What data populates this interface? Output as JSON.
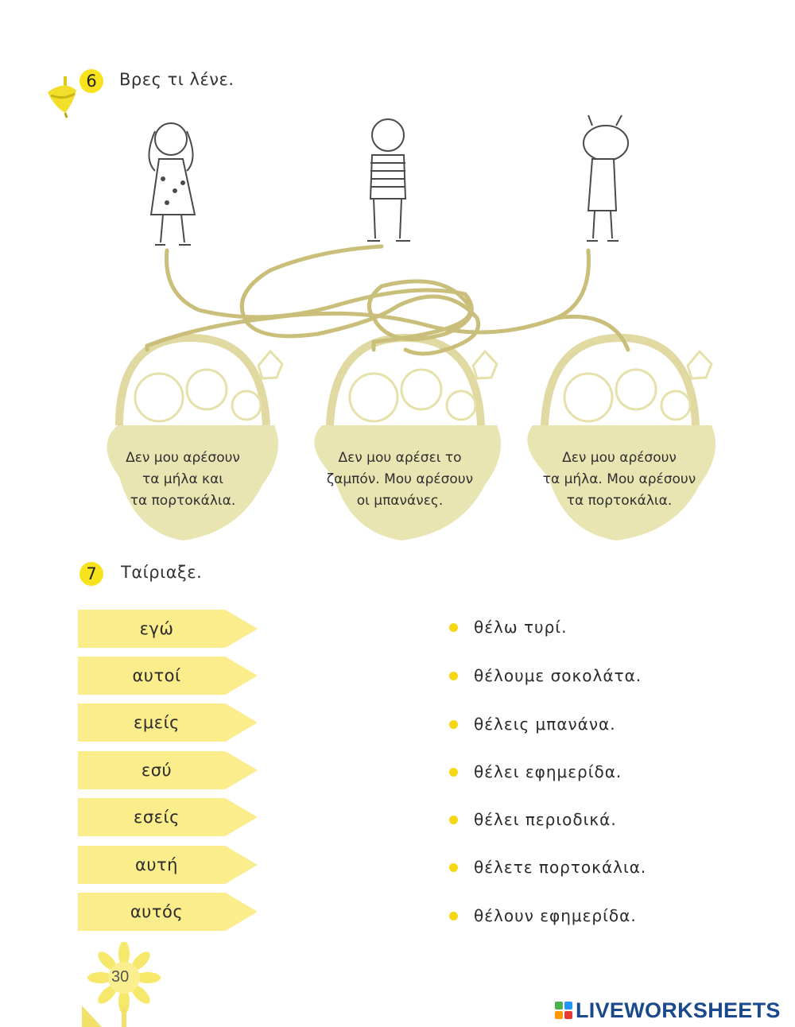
{
  "exercise6": {
    "number": "6",
    "title": "Βρες τι λένε.",
    "baskets": [
      {
        "lines": [
          "Δεν μου αρέσουν",
          "τα μήλα και",
          "τα πορτοκάλια."
        ]
      },
      {
        "lines": [
          "Δεν μου αρέσει το",
          "ζαμπόν. Μου αρέσουν",
          "οι μπανάνες."
        ]
      },
      {
        "lines": [
          "Δεν μου αρέσουν",
          "τα μήλα. Μου αρέσουν",
          "τα πορτοκάλια."
        ]
      }
    ]
  },
  "exercise7": {
    "number": "7",
    "title": "Ταίριαξε.",
    "pronouns": [
      "εγώ",
      "αυτοί",
      "εμείς",
      "εσύ",
      "εσείς",
      "αυτή",
      "αυτός"
    ],
    "sentences": [
      "θέλω τυρί.",
      "θέλουμε σοκολάτα.",
      "θέλεις μπανάνα.",
      "θέλει εφημερίδα.",
      "θέλει περιοδικά.",
      "θέλετε πορτοκάλια.",
      "θέλουν εφημερίδα."
    ]
  },
  "page_number": "30",
  "brand": {
    "name": "LIVEWORKSHEETS"
  },
  "colors": {
    "accent_yellow": "#f7e21b",
    "arrow_yellow": "#fbec8c",
    "basket_fill": "#e9e5b2",
    "path_color": "#c9bf7b",
    "brand_blue": "#1b4a8c"
  }
}
